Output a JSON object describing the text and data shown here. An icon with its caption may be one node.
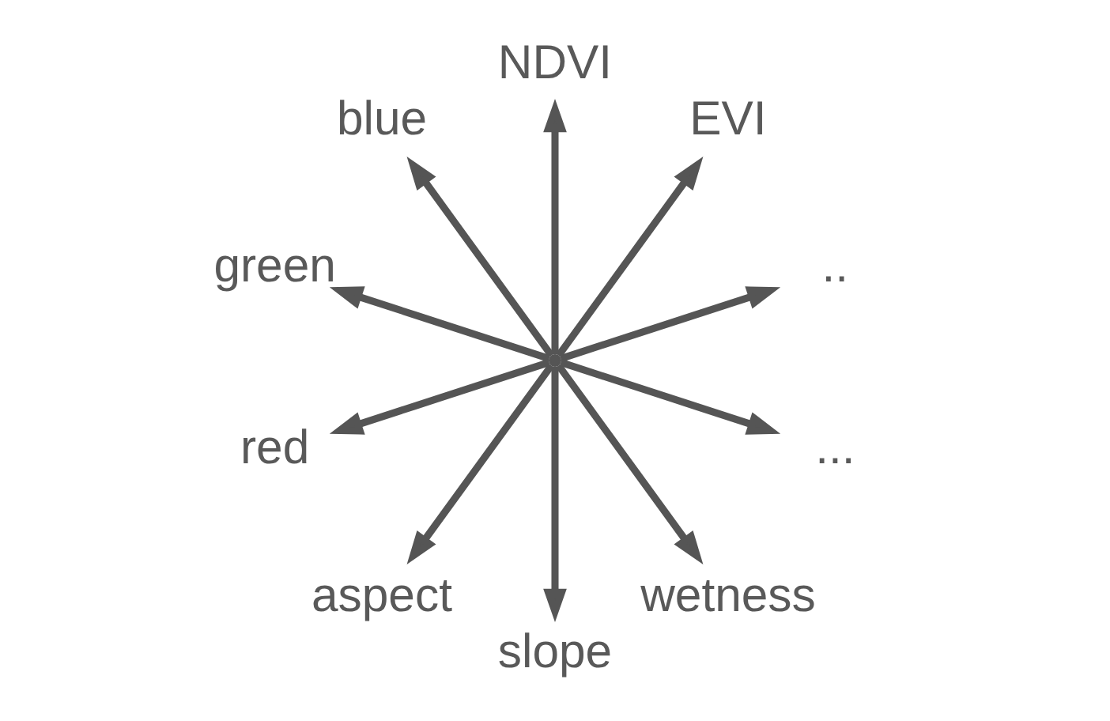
{
  "diagram": {
    "nodes": [
      {
        "text": [],
        "shape": "point"
      },
      {
        "text": [
          ".."
        ]
      },
      {
        "text": [
          "EVI"
        ]
      },
      {
        "text": [
          "NDVI"
        ]
      },
      {
        "text": [
          "blue"
        ]
      },
      {
        "text": [
          "green"
        ]
      },
      {
        "text": [
          "red"
        ]
      },
      {
        "text": [
          "aspect"
        ]
      },
      {
        "text": [
          "slope"
        ]
      },
      {
        "text": [
          "wetness"
        ]
      },
      {
        "text": [
          "..."
        ]
      }
    ],
    "edges": [
      {
        "from": 0,
        "to": 1,
        "arrow": "to"
      },
      {
        "from": 0,
        "to": 2,
        "arrow": "to"
      },
      {
        "from": 0,
        "to": 3,
        "arrow": "to"
      },
      {
        "from": 0,
        "to": 4,
        "arrow": "to"
      },
      {
        "from": 0,
        "to": 5,
        "arrow": "to"
      },
      {
        "from": 0,
        "to": 6,
        "arrow": "to"
      },
      {
        "from": 0,
        "to": 7,
        "arrow": "to"
      },
      {
        "from": 0,
        "to": 8,
        "arrow": "to"
      },
      {
        "from": 0,
        "to": 9,
        "arrow": "to"
      },
      {
        "from": 0,
        "to": 10,
        "arrow": "to"
      }
    ]
  }
}
